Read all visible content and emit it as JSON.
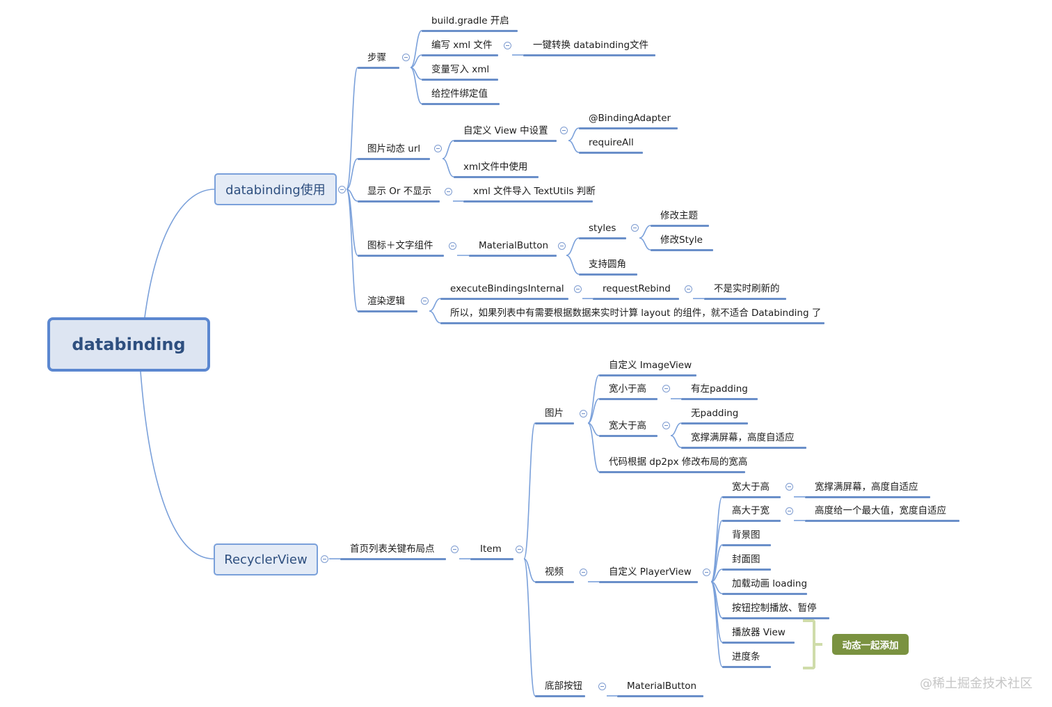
{
  "colors": {
    "line": "#7aa0da",
    "underline": "#6a8fc9",
    "root_border": "#5b87d0",
    "callout": "#7a9240",
    "bracket": "#cfdcaa"
  },
  "root": {
    "label": "databinding"
  },
  "branches": {
    "databinding_usage": "databinding使用",
    "recyclerview": "RecyclerView"
  },
  "nodes": {
    "steps": "步骤",
    "build_gradle": "build.gradle 开启",
    "write_xml": "编写 xml 文件",
    "one_click_convert": "一键转换 databinding文件",
    "vars_into_xml": "变量写入 xml",
    "bind_values": "给控件绑定值",
    "image_url": "图片动态 url",
    "custom_view_setting": "自定义 View 中设置",
    "binding_adapter": "@BindingAdapter",
    "require_all": "requireAll",
    "xml_file_usage": "xml文件中使用",
    "show_or_hide": "显示 Or 不显示",
    "import_textutils": "xml 文件导入 TextUtils 判断",
    "icon_text_widget": "图标＋文字组件",
    "material_button": "MaterialButton",
    "styles": "styles",
    "modify_theme": "修改主题",
    "modify_style": "修改Style",
    "rounded_corners": "支持圆角",
    "render_logic": "渲染逻辑",
    "execute_bindings": "executeBindingsInternal",
    "request_rebind": "requestRebind",
    "not_realtime": "不是实时刷新的",
    "conclusion": "所以，如果列表中有需要根据数据来实时计算 layout 的组件，就不适合 Databinding 了",
    "home_list_key_layout": "首页列表关键布局点",
    "item": "Item",
    "image": "图片",
    "custom_imageview": "自定义 ImageView",
    "width_lt_height": "宽小于高",
    "left_padding": "有左padding",
    "width_gt_height": "宽大于高",
    "no_padding": "无padding",
    "fill_width_auto_height": "宽撑满屏幕，高度自适应",
    "dp2px_code": "代码根据 dp2px 修改布局的宽高",
    "video": "视频",
    "custom_playerview": "自定义 PlayerView",
    "v_width_gt_height": "宽大于高",
    "v_fill_width": "宽撑满屏幕，高度自适应",
    "v_height_gt_width": "高大于宽",
    "v_max_height": "高度给一个最大值，宽度自适应",
    "background_image": "背景图",
    "cover_image": "封面图",
    "loading_animation": "加载动画 loading",
    "play_pause_button": "按钮控制播放、暂停",
    "player_view": "播放器 View",
    "progress_bar": "进度条",
    "bottom_button": "底部按钮",
    "bottom_material_button": "MaterialButton"
  },
  "callout": "动态一起添加",
  "watermark": "@稀土掘金技术社区"
}
